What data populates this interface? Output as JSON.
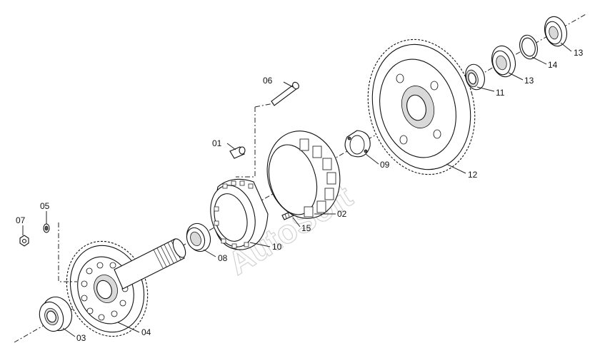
{
  "diagram": {
    "watermark": "AutoSoft",
    "callouts": [
      {
        "id": "01",
        "label": "01"
      },
      {
        "id": "02",
        "label": "02"
      },
      {
        "id": "03",
        "label": "03"
      },
      {
        "id": "04",
        "label": "04"
      },
      {
        "id": "05",
        "label": "05"
      },
      {
        "id": "06",
        "label": "06"
      },
      {
        "id": "07",
        "label": "07"
      },
      {
        "id": "08",
        "label": "08"
      },
      {
        "id": "09",
        "label": "09"
      },
      {
        "id": "10",
        "label": "10"
      },
      {
        "id": "11",
        "label": "11"
      },
      {
        "id": "12",
        "label": "12"
      },
      {
        "id": "13a",
        "label": "13"
      },
      {
        "id": "13b",
        "label": "13"
      },
      {
        "id": "14",
        "label": "14"
      },
      {
        "id": "15",
        "label": "15"
      }
    ]
  }
}
